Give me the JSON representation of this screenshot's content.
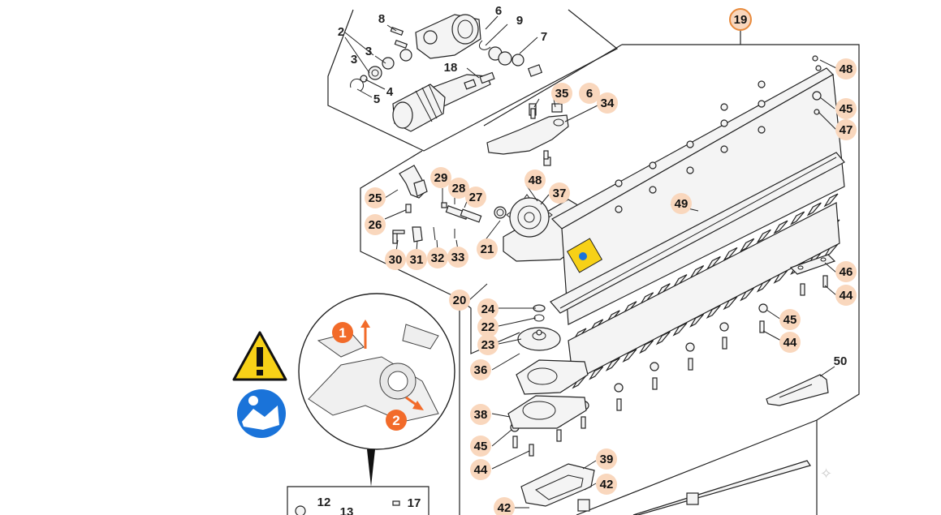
{
  "colors": {
    "bubble": "#f9d7bd",
    "bubble_highlight_ring": "#e88a3c",
    "warning_yellow": "#f7d117",
    "info_blue": "#1a73d9",
    "callout_orange": "#f26b2a"
  },
  "main_callout": "19",
  "labels": {
    "l48a": "48",
    "l45a": "45",
    "l47": "47",
    "l35": "35",
    "l6b": "6",
    "l34": "34",
    "l29": "29",
    "l28": "28",
    "l27": "27",
    "l48b": "48",
    "l37": "37",
    "l25": "25",
    "l26": "26",
    "l49": "49",
    "l21": "21",
    "l30": "30",
    "l31": "31",
    "l32": "32",
    "l33": "33",
    "l46": "46",
    "l44a": "44",
    "l20": "20",
    "l24": "24",
    "l22": "22",
    "l23": "23",
    "l45b": "45",
    "l44b": "44",
    "l36": "36",
    "l38": "38",
    "l45c": "45",
    "l44c": "44",
    "l39": "39",
    "l42a": "42",
    "l42b": "42"
  },
  "bare_labels": {
    "b8": "8",
    "b6a": "6",
    "b9": "9",
    "b2": "2",
    "b7": "7",
    "b3a": "3",
    "b3b": "3",
    "b18": "18",
    "b4": "4",
    "b5": "5",
    "b50": "50",
    "b12": "12",
    "b13": "13",
    "b17": "17"
  },
  "inset_steps": {
    "step1": "1",
    "step2": "2"
  }
}
